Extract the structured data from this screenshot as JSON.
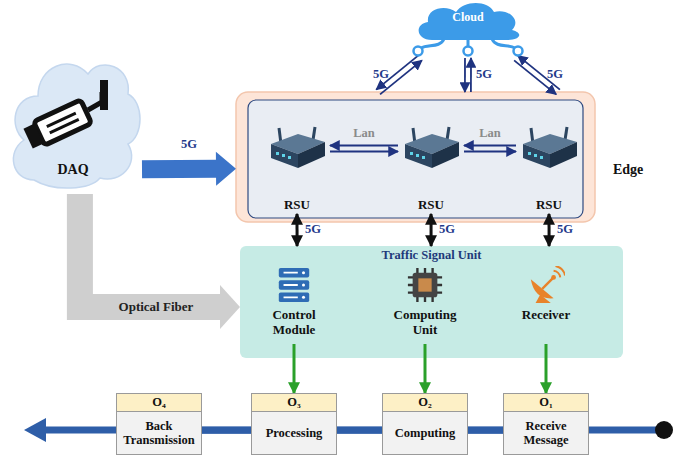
{
  "diagram": {
    "nodes": [
      {
        "text": [
          "Cloud"
        ]
      },
      {
        "text": [
          "DAQ"
        ]
      },
      {
        "text": [
          "Edge"
        ]
      },
      {
        "text": [
          "RSU"
        ],
        "in": 2
      },
      {
        "text": [
          "RSU"
        ],
        "in": 2
      },
      {
        "text": [
          "RSU"
        ],
        "in": 2
      },
      {
        "text": [
          "Traffic Signal Unit"
        ]
      },
      {
        "text": [
          "Control Module"
        ],
        "in": 6
      },
      {
        "text": [
          "Computing Unit"
        ],
        "in": 6
      },
      {
        "text": [
          "Receiver"
        ],
        "in": 6
      },
      {
        "text": [
          "O₄",
          "Back Transmission"
        ]
      },
      {
        "text": [
          "O₃",
          "Processing"
        ]
      },
      {
        "text": [
          "O₂",
          "Computing"
        ]
      },
      {
        "text": [
          "O₁",
          "Receive Message"
        ]
      }
    ],
    "edges": [
      {
        "from": 1,
        "to": 2,
        "label": "5G",
        "arrow": "to"
      },
      {
        "from": 1,
        "to": 6,
        "label": "Optical Fiber",
        "arrow": "to"
      },
      {
        "from": 0,
        "to": 2,
        "label": "5G",
        "arrow": "both"
      },
      {
        "from": 0,
        "to": 2,
        "label": "5G",
        "arrow": "both"
      },
      {
        "from": 0,
        "to": 2,
        "label": "5G",
        "arrow": "both"
      },
      {
        "from": 3,
        "to": 4,
        "label": "Lan",
        "arrow": "both"
      },
      {
        "from": 4,
        "to": 5,
        "label": "Lan",
        "arrow": "both"
      },
      {
        "from": 3,
        "to": 6,
        "label": "5G",
        "arrow": "both"
      },
      {
        "from": 4,
        "to": 6,
        "label": "5G",
        "arrow": "both"
      },
      {
        "from": 5,
        "to": 6,
        "label": "5G",
        "arrow": "both"
      },
      {
        "from": 7,
        "to": 11,
        "arrow": "to"
      },
      {
        "from": 8,
        "to": 12,
        "arrow": "to"
      },
      {
        "from": 9,
        "to": 13,
        "arrow": "to"
      },
      {
        "from": 13,
        "to": 12,
        "arrow": "none"
      },
      {
        "from": 12,
        "to": 11,
        "arrow": "none"
      },
      {
        "from": 11,
        "to": 10,
        "arrow": "none"
      }
    ]
  }
}
